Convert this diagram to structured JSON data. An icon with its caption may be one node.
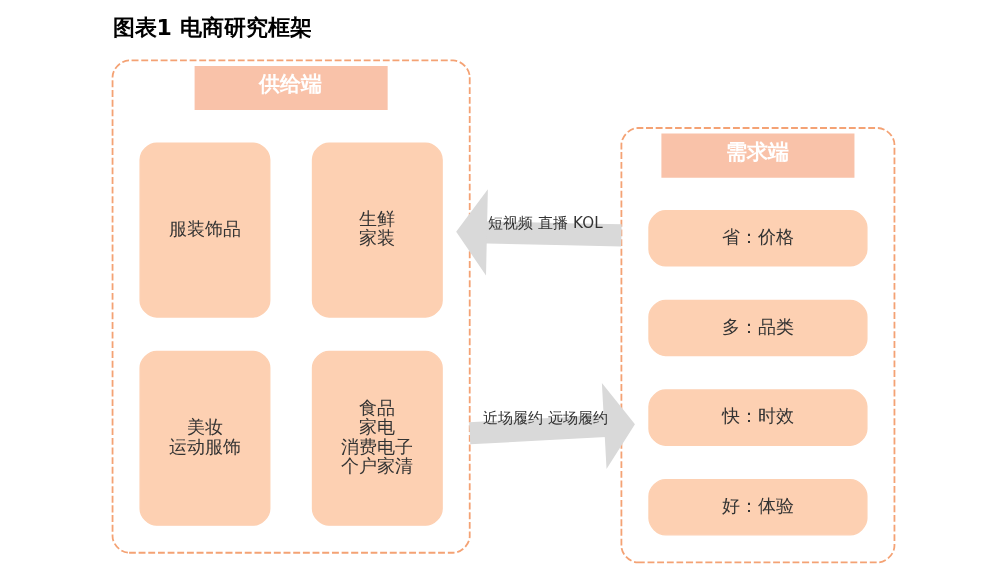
{
  "diagram": {
    "title": "图表1 电商研究框架",
    "nodes": [
      {
        "text": [
          "供给端"
        ]
      },
      {
        "text": [
          "服装饰品"
        ],
        "in": 0
      },
      {
        "text": [
          "生鲜",
          "家装"
        ],
        "in": 0
      },
      {
        "text": [
          "美妆",
          "运动服饰"
        ],
        "in": 0
      },
      {
        "text": [
          "食品",
          "家电",
          "消费电子",
          "个户家清"
        ],
        "in": 0
      },
      {
        "text": [
          "需求端"
        ]
      },
      {
        "text": [
          "省：价格"
        ],
        "in": 5
      },
      {
        "text": [
          "多：品类"
        ],
        "in": 5
      },
      {
        "text": [
          "快：时效"
        ],
        "in": 5
      },
      {
        "text": [
          "好：体验"
        ],
        "in": 5
      }
    ],
    "edges": [
      {
        "from": 5,
        "to": 0,
        "arrow": "to",
        "label": "短视频 直播 KOL"
      },
      {
        "from": 0,
        "to": 5,
        "arrow": "to",
        "label": "近场履约 远场履约"
      }
    ]
  }
}
